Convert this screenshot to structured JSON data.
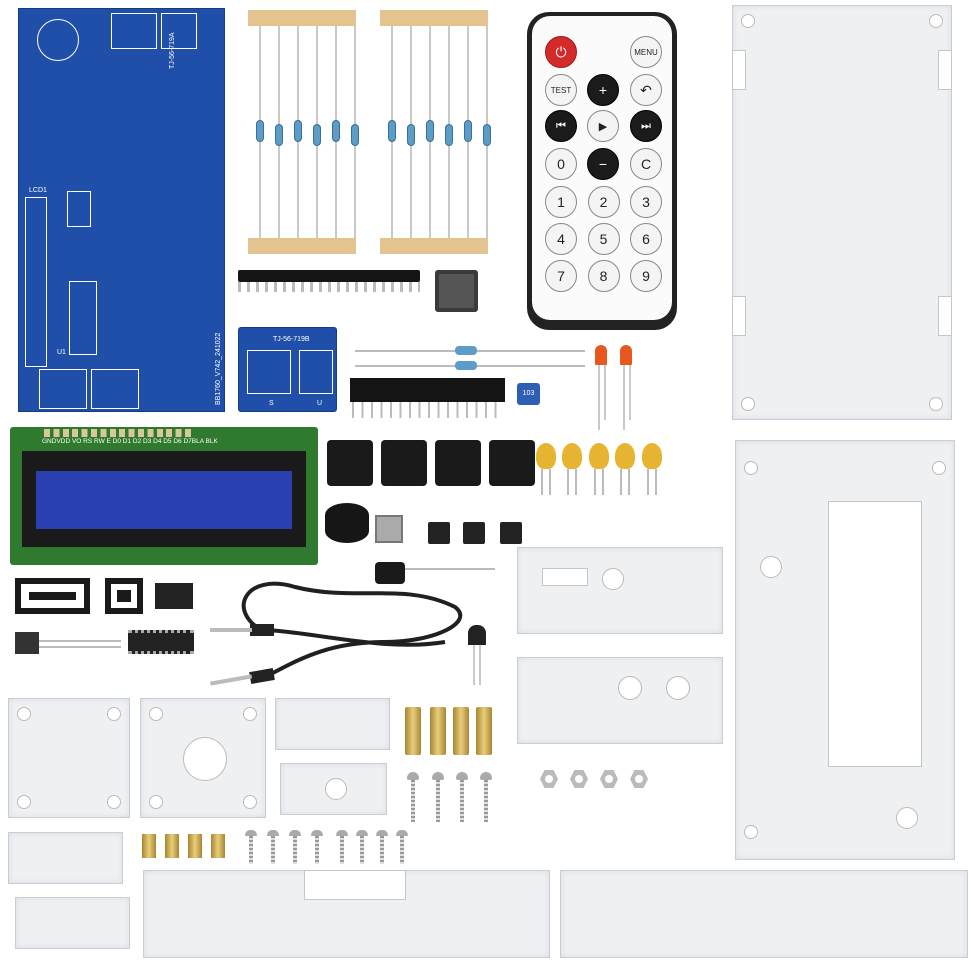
{
  "main_pcb": {
    "label_a": "TJ-56-719A",
    "label_lcd": "LCD1",
    "label_u1": "U1",
    "label_model": "BB1760_V742_241022"
  },
  "small_pcb": {
    "label": "TJ-56-719B",
    "u_label": "U",
    "s_label": "S"
  },
  "remote": {
    "menu": "MENU",
    "test": "TEST",
    "plus": "+",
    "minus": "−",
    "back": "↶",
    "prev": "⏮",
    "play": "▶",
    "next": "⏭",
    "zero": "0",
    "clear": "C",
    "digits": [
      "1",
      "2",
      "3",
      "4",
      "5",
      "6",
      "7",
      "8",
      "9"
    ],
    "power_color": "#d42a2a"
  },
  "lcd": {
    "pins": "GNDVDD VO RS RW E D0 D1 D2 D3 D4 D5 D6 D7BLA BLK",
    "screen_color": "#2a3fb0",
    "board_color": "#2f7a2f"
  },
  "pot": {
    "label": "103"
  }
}
